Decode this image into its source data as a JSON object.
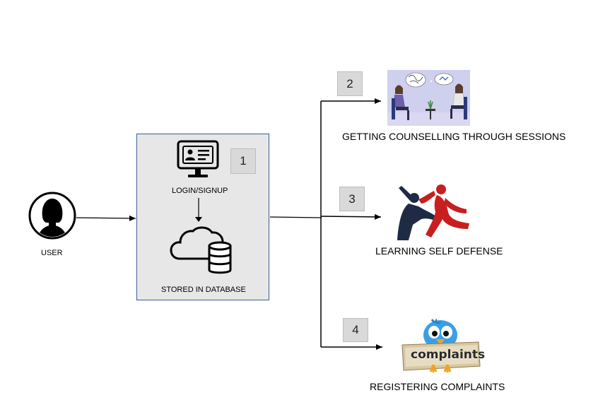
{
  "user": {
    "label": "USER",
    "icon": "user-avatar-icon"
  },
  "main_box": {
    "step_number": "1",
    "login_label": "LOGIN/SIGNUP",
    "login_icon": "computer-id-card-icon",
    "storage_label": "STORED IN DATABASE",
    "storage_icon": "cloud-database-icon"
  },
  "branches": [
    {
      "step_number": "2",
      "label": "GETTING COUNSELLING THROUGH SESSIONS",
      "icon": "counselling-session-image"
    },
    {
      "step_number": "3",
      "label": "LEARNING SELF DEFENSE",
      "icon": "self-defense-image"
    },
    {
      "step_number": "4",
      "label": "REGISTERING COMPLAINTS",
      "icon": "complaints-bird-image"
    }
  ],
  "logos": {
    "complaints_sign": "complaints"
  },
  "colors": {
    "box_border": "#3b5d9a",
    "box_fill": "#e7e7e7",
    "number_box": "#d9d9d9",
    "self_defense_red": "#c81e1e",
    "self_defense_navy": "#1f2a44"
  }
}
